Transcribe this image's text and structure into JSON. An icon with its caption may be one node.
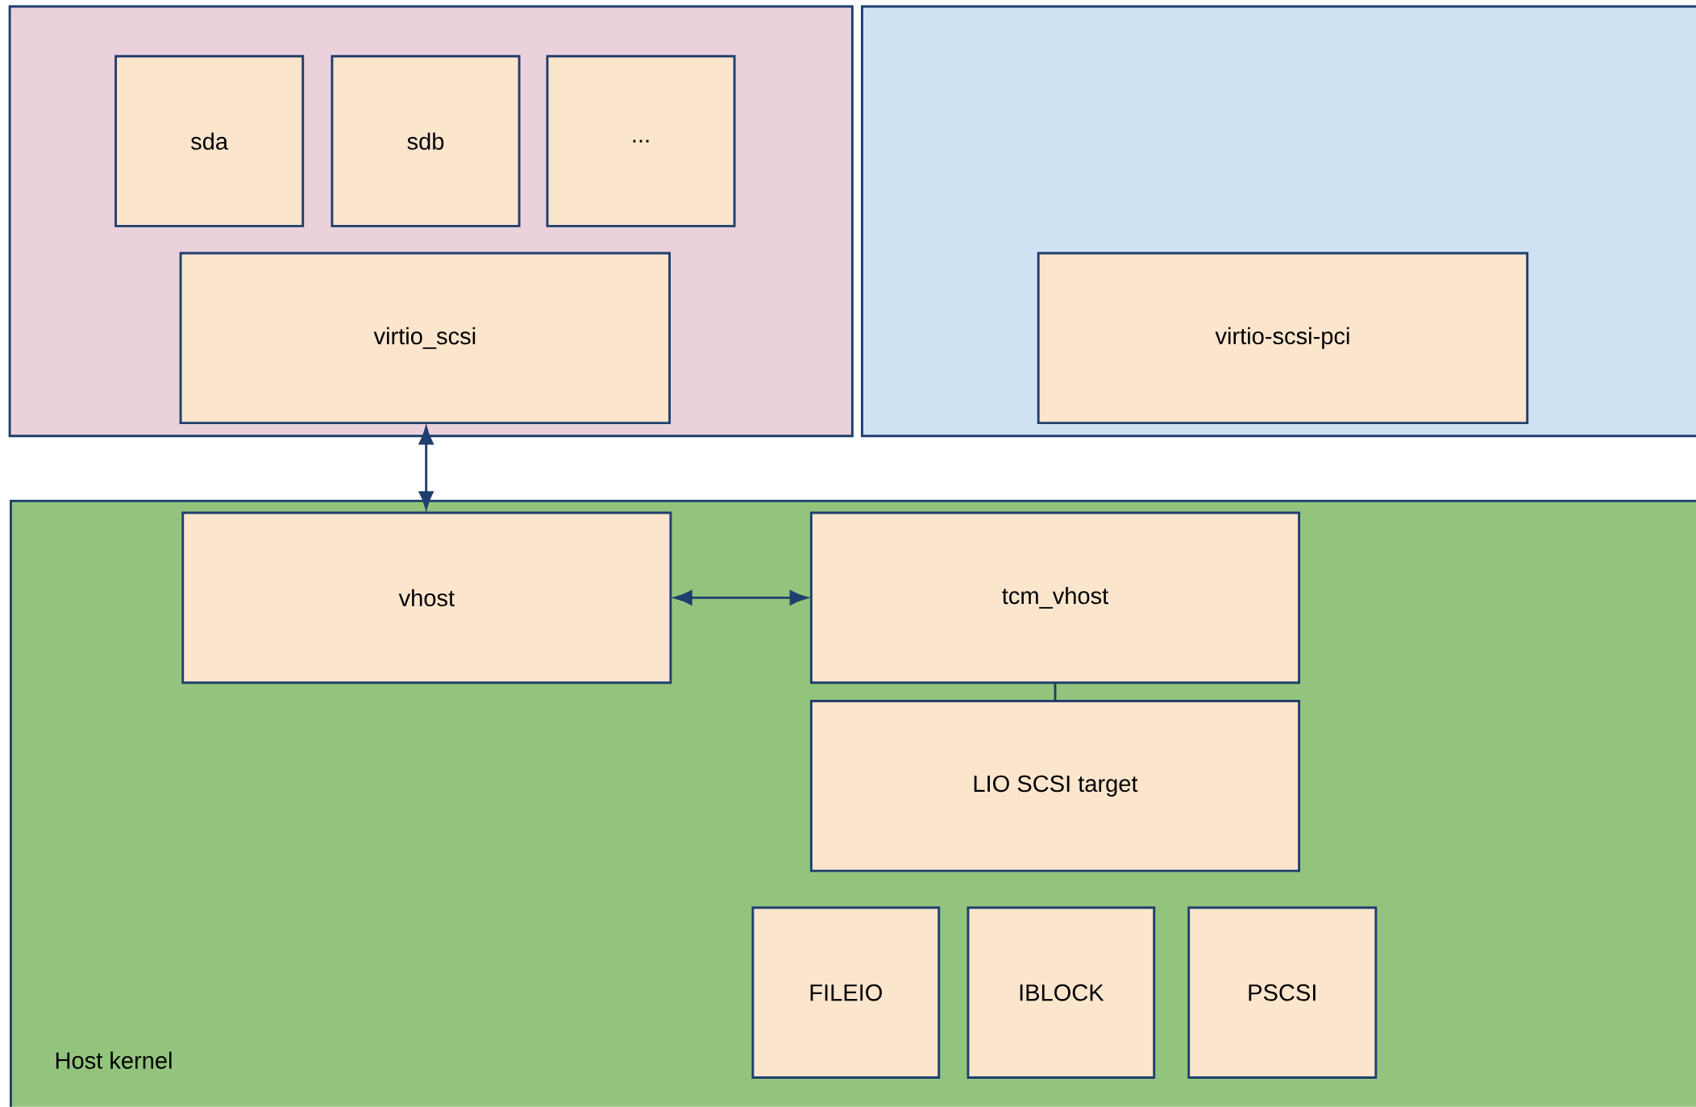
{
  "diagram": {
    "nodes": [
      {
        "text": [],
        "shape": "box"
      },
      {
        "text": [
          "sda"
        ],
        "in": 0
      },
      {
        "text": [
          "sdb"
        ],
        "in": 0
      },
      {
        "text": [
          "..."
        ],
        "in": 0
      },
      {
        "text": [
          "virtio_scsi"
        ],
        "in": 0
      },
      {
        "text": [],
        "shape": "box"
      },
      {
        "text": [
          "virtio-scsi-pci"
        ],
        "in": 5
      },
      {
        "text": [
          "Host kernel"
        ]
      },
      {
        "text": [
          "vhost"
        ],
        "in": 7
      },
      {
        "text": [
          "tcm_vhost"
        ],
        "in": 7
      },
      {
        "text": [
          "LIO SCSI target"
        ],
        "in": 7
      },
      {
        "text": [
          "FILEIO"
        ],
        "in": 7
      },
      {
        "text": [
          "IBLOCK"
        ],
        "in": 7
      },
      {
        "text": [
          "PSCSI"
        ],
        "in": 7
      }
    ],
    "edges": [
      {
        "from": 4,
        "to": 8,
        "arrow": "both"
      },
      {
        "from": 8,
        "to": 9,
        "arrow": "both"
      },
      {
        "from": 9,
        "to": 10,
        "arrow": "none"
      }
    ]
  }
}
